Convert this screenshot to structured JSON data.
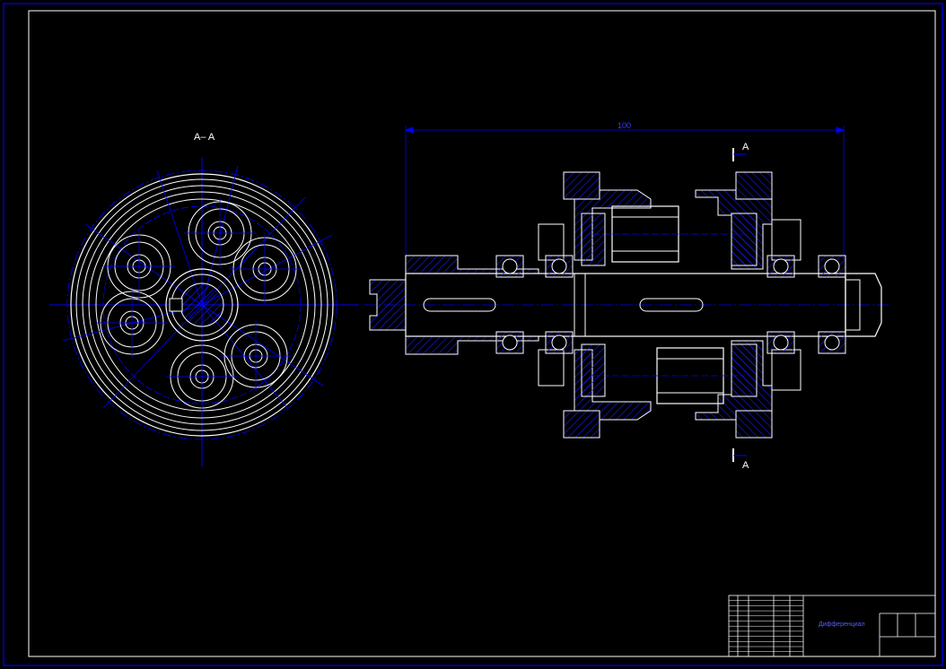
{
  "drawing": {
    "section_title": "A– A",
    "section_mark_top": "A",
    "section_mark_bottom": "A",
    "dimension_length": "100",
    "title_block_name": "Дифференциал"
  },
  "colors": {
    "background": "#000000",
    "outline": "#ffffff",
    "frame": "#0000ff",
    "hatch": "#1a1aff",
    "dimension": "#3a3aff"
  }
}
